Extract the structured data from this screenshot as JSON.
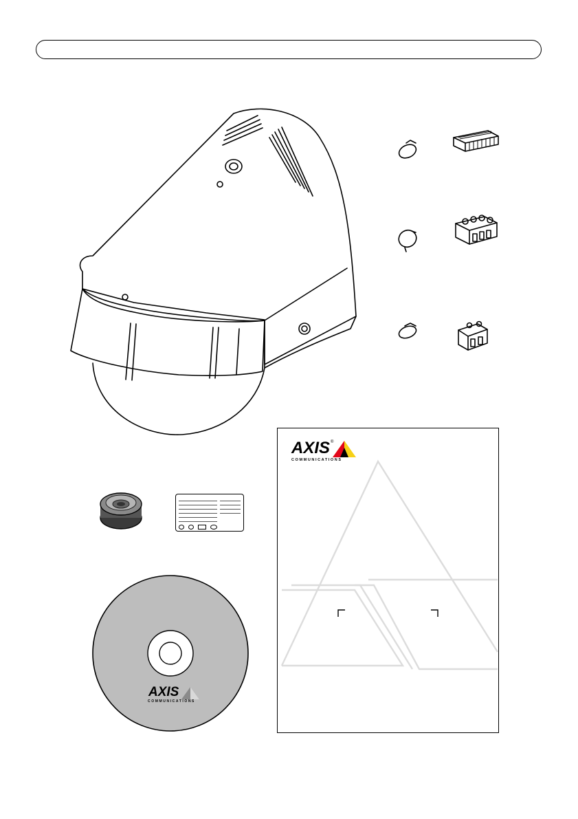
{
  "header": {
    "title": ""
  },
  "brand": {
    "name": "AXIS",
    "trademark": "®",
    "tagline": "COMMUNICATIONS",
    "colors": {
      "red": "#e3051b",
      "yellow": "#f7d117",
      "black": "#000000"
    }
  },
  "components": [
    "dome-camera",
    "cable-gasket",
    "product-label",
    "installation-cd",
    "installation-guide",
    "cover-plugs",
    "terminal-block-connectors"
  ],
  "icons": [
    "dome-camera-icon",
    "cable-gasket-icon",
    "label-sticker-icon",
    "cd-icon",
    "plug-icon",
    "connector-icon"
  ]
}
